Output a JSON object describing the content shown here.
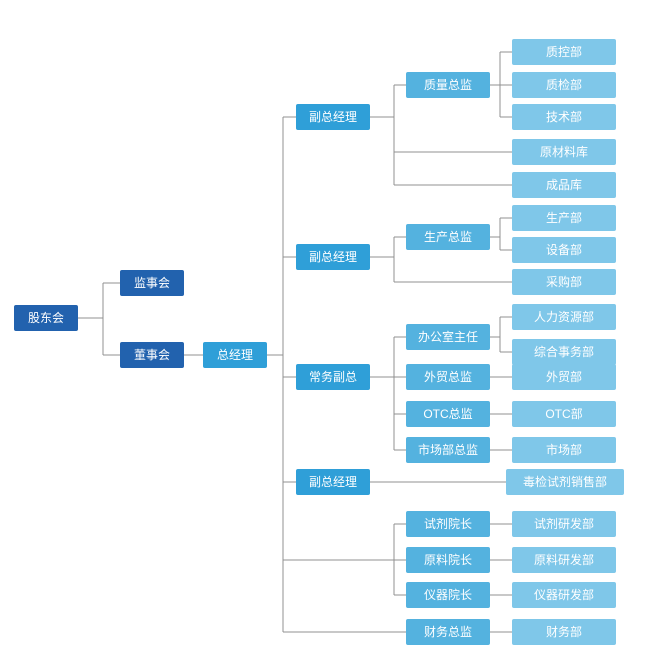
{
  "diagram": {
    "type": "org-chart",
    "language": "zh-CN"
  },
  "colors": {
    "level1": "#2262ae",
    "level2": "#2f9fd8",
    "level3": "#54b2df",
    "level4": "#7fc7e9",
    "line": "#909090",
    "text": "#ffffff",
    "background": "#ffffff"
  },
  "nodes": {
    "shareholders": "股东会",
    "supervisors": "监事会",
    "directors": "董事会",
    "gm": "总经理",
    "vgm1": "副总经理",
    "vgm2": "副总经理",
    "evgm": "常务副总",
    "vgm3": "副总经理",
    "quality_director": "质量总监",
    "production_director": "生产总监",
    "office_director": "办公室主任",
    "trade_director": "外贸总监",
    "otc_director": "OTC总监",
    "market_director": "市场部总监",
    "reagent_dean": "试剂院长",
    "material_dean": "原料院长",
    "instrument_dean": "仪器院长",
    "finance_director": "财务总监",
    "qc_dept": "质控部",
    "qi_dept": "质检部",
    "tech_dept": "技术部",
    "raw_warehouse": "原材料库",
    "finished_warehouse": "成品库",
    "production_dept": "生产部",
    "equipment_dept": "设备部",
    "purchasing_dept": "采购部",
    "hr_dept": "人力资源部",
    "general_affairs_dept": "综合事务部",
    "trade_dept": "外贸部",
    "otc_dept": "OTC部",
    "market_dept": "市场部",
    "toxin_sales_dept": "毒检试剂销售部",
    "reagent_rd_dept": "试剂研发部",
    "material_rd_dept": "原料研发部",
    "instrument_rd_dept": "仪器研发部",
    "finance_dept": "财务部"
  },
  "edges": [
    [
      "shareholders",
      "supervisors"
    ],
    [
      "shareholders",
      "directors"
    ],
    [
      "directors",
      "gm"
    ],
    [
      "gm",
      "vgm1"
    ],
    [
      "gm",
      "vgm2"
    ],
    [
      "gm",
      "evgm"
    ],
    [
      "gm",
      "vgm3"
    ],
    [
      "gm",
      "reagent_dean"
    ],
    [
      "gm",
      "material_dean"
    ],
    [
      "gm",
      "instrument_dean"
    ],
    [
      "gm",
      "finance_director"
    ],
    [
      "vgm1",
      "quality_director"
    ],
    [
      "vgm1",
      "raw_warehouse"
    ],
    [
      "vgm1",
      "finished_warehouse"
    ],
    [
      "quality_director",
      "qc_dept"
    ],
    [
      "quality_director",
      "qi_dept"
    ],
    [
      "quality_director",
      "tech_dept"
    ],
    [
      "vgm2",
      "production_director"
    ],
    [
      "vgm2",
      "purchasing_dept"
    ],
    [
      "production_director",
      "production_dept"
    ],
    [
      "production_director",
      "equipment_dept"
    ],
    [
      "evgm",
      "office_director"
    ],
    [
      "evgm",
      "trade_director"
    ],
    [
      "evgm",
      "otc_director"
    ],
    [
      "evgm",
      "market_director"
    ],
    [
      "office_director",
      "hr_dept"
    ],
    [
      "office_director",
      "general_affairs_dept"
    ],
    [
      "trade_director",
      "trade_dept"
    ],
    [
      "otc_director",
      "otc_dept"
    ],
    [
      "market_director",
      "market_dept"
    ],
    [
      "vgm3",
      "toxin_sales_dept"
    ],
    [
      "reagent_dean",
      "reagent_rd_dept"
    ],
    [
      "material_dean",
      "material_rd_dept"
    ],
    [
      "instrument_dean",
      "instrument_rd_dept"
    ],
    [
      "finance_director",
      "finance_dept"
    ]
  ]
}
